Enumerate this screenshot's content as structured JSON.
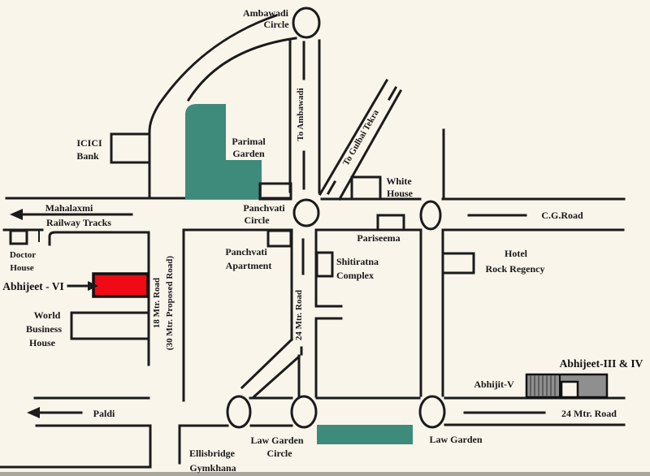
{
  "colors": {
    "background": "#FAF5EB",
    "ink": "#1B1B1B",
    "teal": "#3E8A7B",
    "red": "#EF0B16",
    "building_gray": "#8F8F8F",
    "building_gray_stripe": "#5E5E5E"
  },
  "labels": {
    "ambawadi_circle": {
      "l1": "Ambawadi",
      "l2": "Circle"
    },
    "to_ambawadi": "To Ambawadi",
    "icici_bank": {
      "l1": "ICICI",
      "l2": "Bank"
    },
    "parimal_garden": {
      "l1": "Parimal",
      "l2": "Garden"
    },
    "mahalaxmi_railway": {
      "l1": "Mahalaxmi",
      "l2": "Railway Tracks"
    },
    "panchvati_circle": {
      "l1": "Panchvati",
      "l2": "Circle"
    },
    "to_gulbai_tekra": "To Gulbai Tekra",
    "white_house": {
      "l1": "White",
      "l2": "House"
    },
    "cg_road": "C.G.Road",
    "doctor_house": {
      "l1": "Doctor",
      "l2": "House"
    },
    "abhijeet_vi": "Abhijeet - VI",
    "world_business_house": {
      "l1": "World",
      "l2": "Business",
      "l3": "House"
    },
    "road_18_mtr": "18 Mtr. Road",
    "road_30_mtr_proposed": "(30 Mtr. Proposed Road)",
    "panchvati_apartment": {
      "l1": "Panchvati",
      "l2": "Apartment"
    },
    "road_24_mtr_vertical": "24 Mtr. Road",
    "pariseema": "Pariseema",
    "shitiratna_complex": {
      "l1": "Shitiratna",
      "l2": "Complex"
    },
    "hotel_rock_regency": {
      "l1": "Hotel",
      "l2": "Rock Regency"
    },
    "paldi": "Paldi",
    "ellisbridge_gymkhana": {
      "l1": "Ellisbridge",
      "l2": "Gymkhana"
    },
    "law_garden_circle": {
      "l1": "Law Garden",
      "l2": "Circle"
    },
    "law_garden": "Law Garden",
    "abhijit_v": "Abhijit-V",
    "abhijeet_iii_iv": "Abhijeet-III & IV",
    "road_24_mtr_bottom": "24 Mtr. Road"
  }
}
